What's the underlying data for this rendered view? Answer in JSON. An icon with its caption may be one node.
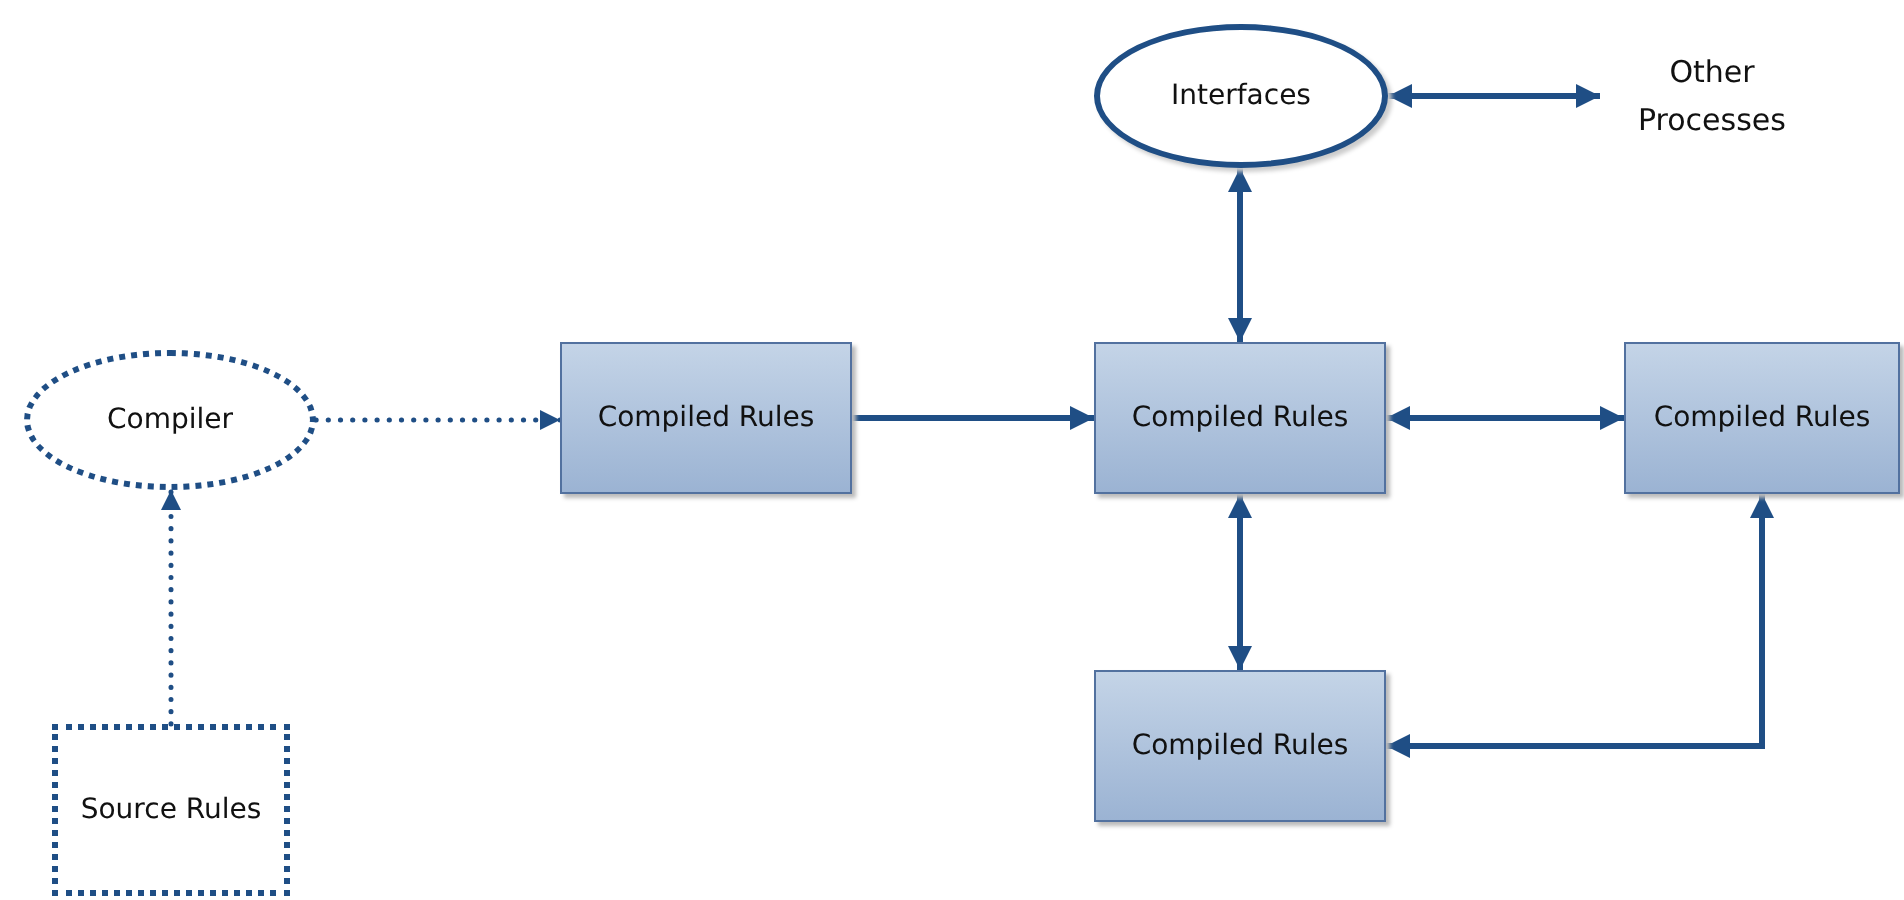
{
  "diagram": {
    "nodes": [
      {
        "text": [
          "Interfaces"
        ]
      },
      {
        "text": [
          "Other Processes"
        ]
      },
      {
        "text": [
          "Compiler"
        ]
      },
      {
        "text": [
          "Compiled Rules"
        ]
      },
      {
        "text": [
          "Compiled Rules"
        ]
      },
      {
        "text": [
          "Compiled Rules"
        ]
      },
      {
        "text": [
          "Compiled Rules"
        ]
      },
      {
        "text": [
          "Source Rules"
        ]
      }
    ],
    "edges": [
      {
        "from": 7,
        "to": 2,
        "arrow": "to",
        "style": "dashed"
      },
      {
        "from": 2,
        "to": 3,
        "arrow": "to",
        "style": "dashed"
      },
      {
        "from": 3,
        "to": 4,
        "arrow": "to"
      },
      {
        "from": 0,
        "to": 4,
        "arrow": "both"
      },
      {
        "from": 0,
        "to": 1,
        "arrow": "both"
      },
      {
        "from": 4,
        "to": 5,
        "arrow": "both"
      },
      {
        "from": 4,
        "to": 6,
        "arrow": "both"
      },
      {
        "from": 5,
        "to": 6,
        "arrow": "both"
      }
    ]
  }
}
